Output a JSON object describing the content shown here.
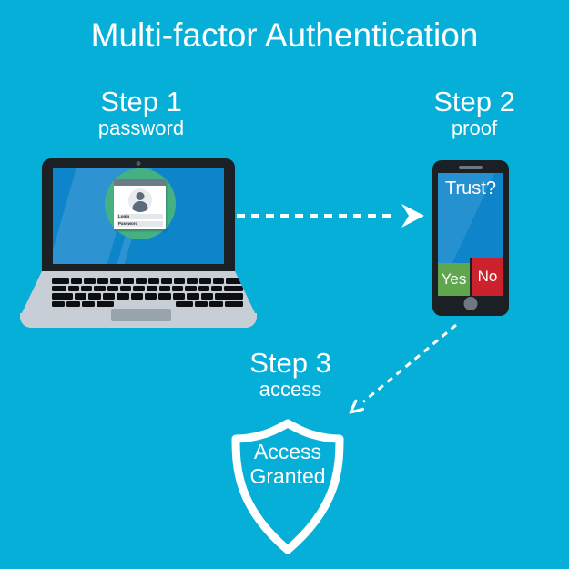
{
  "title": "Multi-factor Authentication",
  "steps": [
    {
      "label": "Step 1",
      "sublabel": "password"
    },
    {
      "label": "Step 2",
      "sublabel": "proof"
    },
    {
      "label": "Step 3",
      "sublabel": "access"
    }
  ],
  "laptop": {
    "login_form": {
      "login_label": "Login",
      "password_label": "Password"
    }
  },
  "phone": {
    "prompt": "Trust?",
    "yes_label": "Yes",
    "no_label": "No"
  },
  "shield": {
    "line1": "Access",
    "line2": "Granted"
  },
  "colors": {
    "background": "#06AFD8",
    "screen_blue": "#0E85CB",
    "green_circle": "#45B183",
    "yes_green": "#5FA64F",
    "no_red": "#CB222E",
    "device_dark": "#1B2025",
    "laptop_body": "#C7CED6",
    "trackpad": "#99A3AC",
    "text_white": "#FFFFFF"
  }
}
